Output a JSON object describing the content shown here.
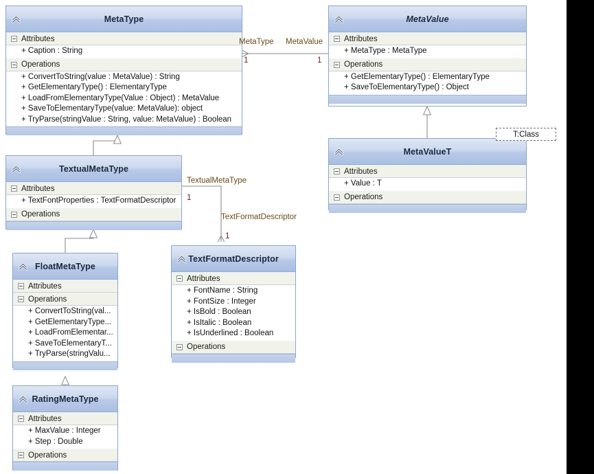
{
  "diagram": {
    "kind": "uml-class-diagram",
    "colors": {
      "header_gradient_top": "#dfe7f5",
      "header_gradient_bottom": "#aabfe2",
      "border": "#8ba4cc",
      "section_bg": "#f1f3ea",
      "body_bg": "#ffffff",
      "connector": "#8a8a8a",
      "role_label": "#6b4a17",
      "multiplicity": "#6b1b1b",
      "right_panel": "#000000",
      "canvas_bg": "#ffffff"
    },
    "section_labels": {
      "attributes": "Attributes",
      "operations": "Operations"
    },
    "classes": [
      {
        "id": "metatype",
        "name": "MetaType",
        "abstract": false,
        "attributes": [
          "+ Caption : String"
        ],
        "operations": [
          "+ ConvertToString(value : MetaValue) : String",
          "+ GetElementaryType() : ElementaryType",
          "+ LoadFromElementaryType(Value : Object) : MetaValue",
          "+ SaveToElementaryType(value: MetaValue): object",
          "+ TryParse(stringValue : String, value: MetaValue) : Boolean"
        ]
      },
      {
        "id": "metavalue",
        "name": "MetaValue",
        "abstract": true,
        "attributes": [
          "+ MetaType : MetaType"
        ],
        "operations": [
          "+ GetElementaryType() : ElementaryType",
          "+ SaveToElementaryType() : Object"
        ]
      },
      {
        "id": "metavaluet",
        "name": "MetaValueT",
        "abstract": false,
        "attributes": [
          "+ Value : T"
        ],
        "operations": []
      },
      {
        "id": "textualmetatype",
        "name": "TextualMetaType",
        "abstract": false,
        "attributes": [
          "+ TextFontProperties : TextFormatDescriptor"
        ],
        "operations": []
      },
      {
        "id": "floatmetatype",
        "name": "FloatMetaType",
        "abstract": false,
        "attributes": [],
        "operations": [
          "+  ConvertToString(val...",
          "+  GetElementaryType...",
          "+  LoadFromElementar...",
          "+  SaveToElementaryT...",
          "+  TryParse(stringValu..."
        ]
      },
      {
        "id": "ratingmetatype",
        "name": "RatingMetaType",
        "abstract": false,
        "attributes": [
          "+ MaxValue : Integer",
          "+ Step : Double"
        ],
        "operations": []
      },
      {
        "id": "textformatdescriptor",
        "name": "TextFormatDescriptor",
        "abstract": false,
        "attributes": [
          "+ FontName : String",
          "+ FontSize : Integer",
          "+ IsBold : Boolean",
          "+ IsItalic : Boolean",
          "+ IsUnderlined : Boolean"
        ],
        "operations": []
      }
    ],
    "template_parameter": {
      "label": "T:Class",
      "owner": "metavaluet"
    },
    "associations": [
      {
        "id": "assoc-metatype-metavalue",
        "source": "metavalue",
        "target": "metatype",
        "source_role": "MetaValue",
        "source_multiplicity": "1",
        "target_role": "MetaType",
        "target_multiplicity": "1"
      },
      {
        "id": "assoc-textualmetatype-textformatdescriptor",
        "source": "textualmetatype",
        "target": "textformatdescriptor",
        "source_role": "TextualMetaType",
        "source_multiplicity": "1",
        "target_role": "TextFormatDescriptor",
        "target_multiplicity": "1"
      }
    ],
    "generalizations": [
      {
        "id": "gen-textualmetatype-metatype",
        "child": "textualmetatype",
        "parent": "metatype"
      },
      {
        "id": "gen-floatmetatype-textualmetatype",
        "child": "floatmetatype",
        "parent": "textualmetatype"
      },
      {
        "id": "gen-ratingmetatype-floatmetatype",
        "child": "ratingmetatype",
        "parent": "floatmetatype"
      },
      {
        "id": "gen-metavaluet-metavalue",
        "child": "metavaluet",
        "parent": "metavalue"
      }
    ]
  }
}
